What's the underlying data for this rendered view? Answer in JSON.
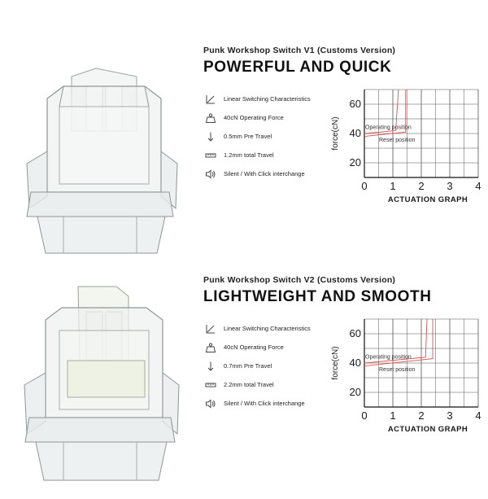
{
  "panels": [
    {
      "subtitle": "Punk Workshop Switch V1 (Customs Version)",
      "headline": "POWERFUL AND QUICK",
      "features": [
        {
          "icon": "linear-graph-icon",
          "label": "Linear Switching Characteristics"
        },
        {
          "icon": "weight-icon",
          "label": "40cN Operating Force"
        },
        {
          "icon": "down-arrow-icon",
          "label": "0.5mm Pre Travel"
        },
        {
          "icon": "ruler-icon",
          "label": "1.2mm total Travel"
        },
        {
          "icon": "speaker-icon",
          "label": "Silent / With Click interchange"
        }
      ]
    },
    {
      "subtitle": "Punk Workshop Switch V2 (Customs Version)",
      "headline": "LIGHTWEIGHT AND SMOOTH",
      "features": [
        {
          "icon": "linear-graph-icon",
          "label": "Linear Switching Characteristics"
        },
        {
          "icon": "weight-icon",
          "label": "40cN Operating Force"
        },
        {
          "icon": "down-arrow-icon",
          "label": "0.7mm Pre Travel"
        },
        {
          "icon": "ruler-icon",
          "label": "2.2mm total Travel"
        },
        {
          "icon": "speaker-icon",
          "label": "Silent / With Click interchange"
        }
      ]
    }
  ],
  "chart_data": [
    {
      "type": "line",
      "title": "ACTUATION GRAPH",
      "xlabel": "",
      "ylabel": "force(cN)",
      "xlim": [
        0,
        4
      ],
      "ylim": [
        10,
        70
      ],
      "xticks": [
        0,
        1,
        2,
        3,
        4
      ],
      "yticks": [
        20,
        40,
        60
      ],
      "grid": true,
      "annotations": [
        "Operating position",
        "Reset position"
      ],
      "series": [
        {
          "values": [
            [
              0,
              40
            ],
            [
              1.1,
              42
            ],
            [
              1.2,
              70
            ]
          ]
        },
        {
          "values": [
            [
              1.45,
              70
            ],
            [
              1.45,
              41
            ],
            [
              0,
              38
            ]
          ]
        }
      ]
    },
    {
      "type": "line",
      "title": "ACTUATION GRAPH",
      "xlabel": "",
      "ylabel": "force(cN)",
      "xlim": [
        0,
        4
      ],
      "ylim": [
        10,
        70
      ],
      "xticks": [
        0,
        1,
        2,
        3,
        4
      ],
      "yticks": [
        20,
        40,
        60
      ],
      "grid": true,
      "annotations": [
        "Operating position",
        "Reset position"
      ],
      "series": [
        {
          "values": [
            [
              0,
              40
            ],
            [
              2.15,
              44
            ],
            [
              2.2,
              70
            ]
          ]
        },
        {
          "values": [
            [
              2.4,
              70
            ],
            [
              2.4,
              43
            ],
            [
              0,
              38
            ]
          ]
        }
      ]
    }
  ],
  "colors": {
    "curve": "#d9534f",
    "grid": "#555555",
    "text": "#1a1a1a"
  }
}
